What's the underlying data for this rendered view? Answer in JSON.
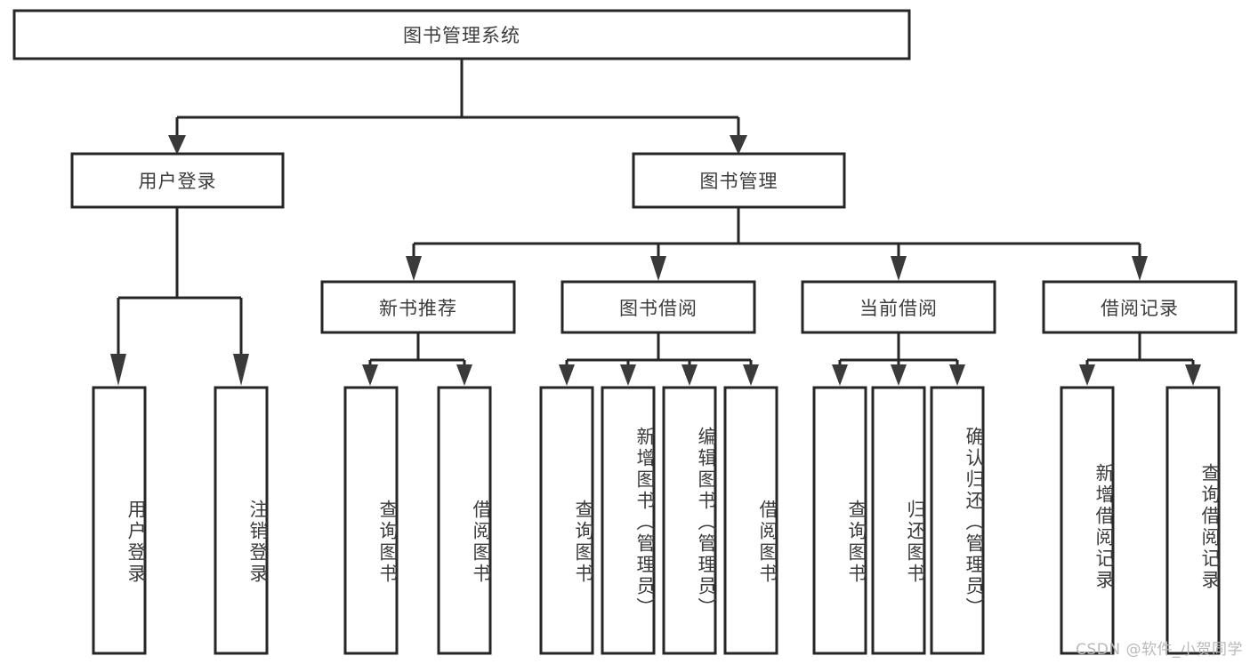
{
  "diagram": {
    "type": "tree-hierarchy",
    "title": "图书管理系统",
    "watermark": "CSDN @软件_小贺同学",
    "colors": {
      "box_stroke": "#262626",
      "box_fill": "#ffffff",
      "text": "#3c3c3c",
      "connector": "#262626",
      "watermark": "#b9b9b9",
      "background": "#ffffff"
    },
    "root": {
      "id": "root",
      "label": "图书管理系统",
      "level": 0
    },
    "level1": [
      {
        "id": "user-login",
        "label": "用户登录"
      },
      {
        "id": "book-management",
        "label": "图书管理"
      }
    ],
    "level2": [
      {
        "id": "new-book-recommend",
        "label": "新书推荐",
        "parent": "book-management"
      },
      {
        "id": "book-borrow",
        "label": "图书借阅",
        "parent": "book-management"
      },
      {
        "id": "current-borrow",
        "label": "当前借阅",
        "parent": "book-management"
      },
      {
        "id": "borrow-record",
        "label": "借阅记录",
        "parent": "book-management"
      }
    ],
    "leaves": [
      {
        "id": "leaf-user-login",
        "label": "用户登录",
        "parent": "user-login"
      },
      {
        "id": "leaf-logout-login",
        "label": "注销登录",
        "parent": "user-login"
      },
      {
        "id": "leaf-query-book-1",
        "label": "查询图书",
        "parent": "new-book-recommend"
      },
      {
        "id": "leaf-borrow-book-1",
        "label": "借阅图书",
        "parent": "new-book-recommend"
      },
      {
        "id": "leaf-query-book-2",
        "label": "查询图书",
        "parent": "book-borrow"
      },
      {
        "id": "leaf-add-book",
        "label": "新增图书（管理员）",
        "parent": "book-borrow"
      },
      {
        "id": "leaf-edit-book",
        "label": "编辑图书（管理员）",
        "parent": "book-borrow"
      },
      {
        "id": "leaf-borrow-book-2",
        "label": "借阅图书",
        "parent": "book-borrow"
      },
      {
        "id": "leaf-query-book-3",
        "label": "查询图书",
        "parent": "current-borrow"
      },
      {
        "id": "leaf-return-book",
        "label": "归还图书",
        "parent": "current-borrow"
      },
      {
        "id": "leaf-confirm-return",
        "label": "确认归还（管理员）",
        "parent": "current-borrow"
      },
      {
        "id": "leaf-add-record",
        "label": "新增借阅记录",
        "parent": "borrow-record"
      },
      {
        "id": "leaf-query-record",
        "label": "查询借阅记录",
        "parent": "borrow-record"
      }
    ]
  }
}
